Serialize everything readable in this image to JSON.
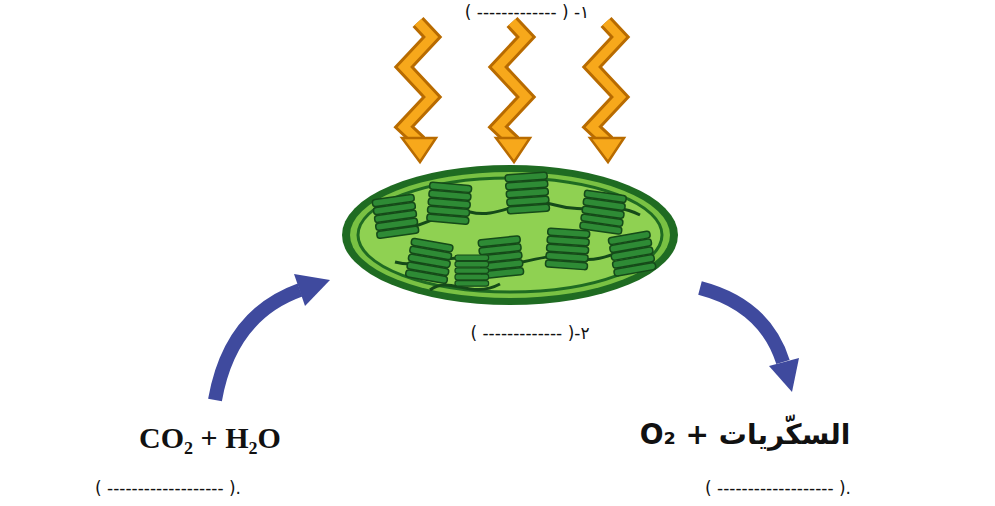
{
  "diagram": {
    "labels": [
      "( ------------- ) -١",
      "( ------------- )-٢",
      "CO₂ + H₂O",
      "( ------------------- ).",
      "السكّريات + O₂",
      "( ------------------- )."
    ]
  }
}
